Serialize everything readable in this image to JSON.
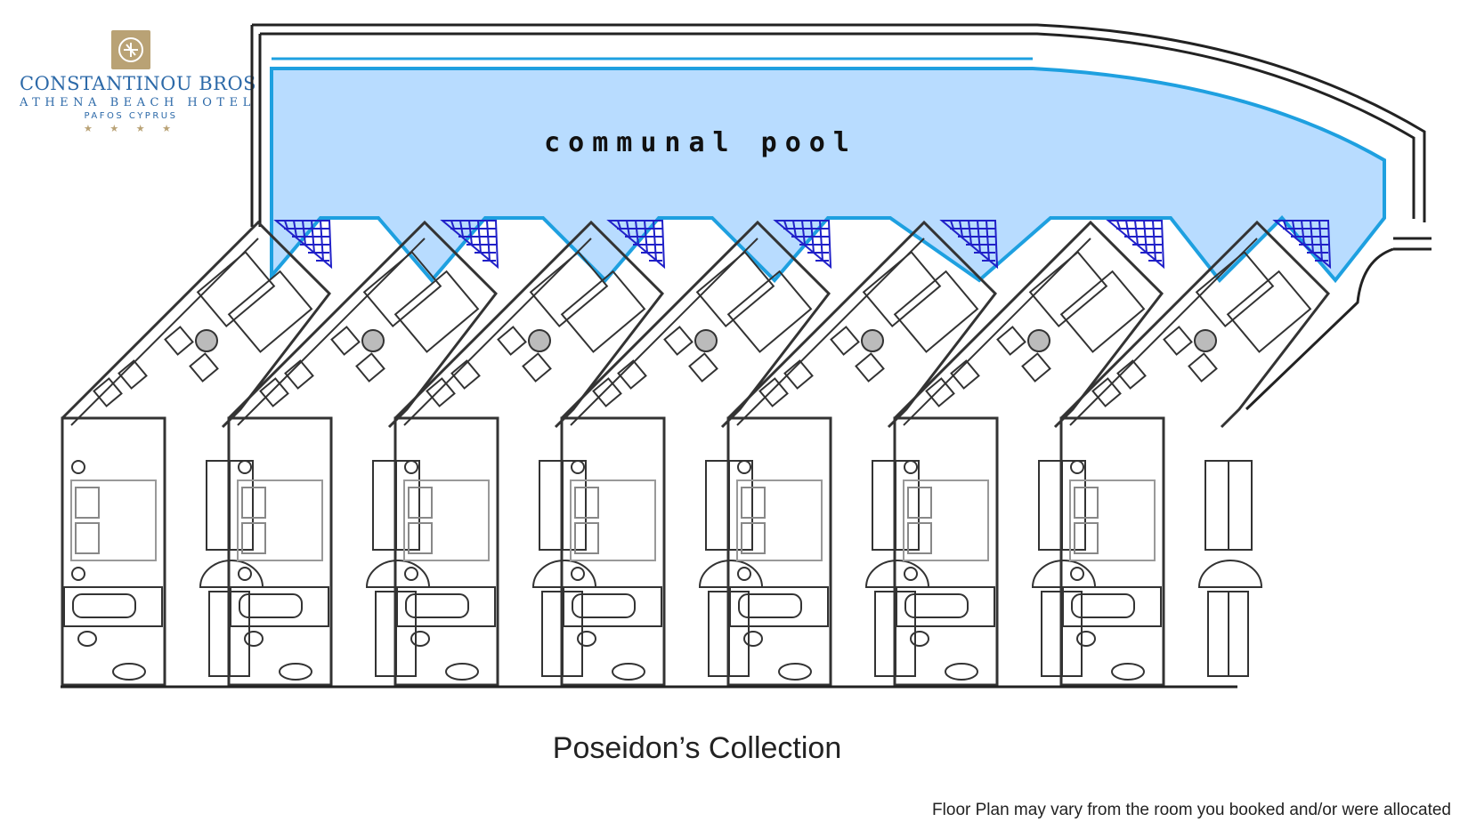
{
  "logo": {
    "brand": "CONSTANTINOU BROS",
    "hotel": "ATHENA BEACH HOTEL",
    "location": "PAFOS CYPRUS",
    "stars": "★ ★ ★ ★",
    "gold_color": "#b9a275",
    "blue_color": "#2c69a8"
  },
  "pool": {
    "label": "communal pool",
    "fill_color": "#b8dcff",
    "edge_color": "#1ea0e0",
    "stairs_color": "#2020c8"
  },
  "collection_title": "Poseidon’s Collection",
  "disclaimer": "Floor Plan may vary from the room you booked and/or were allocated",
  "rooms": {
    "count": 7
  }
}
